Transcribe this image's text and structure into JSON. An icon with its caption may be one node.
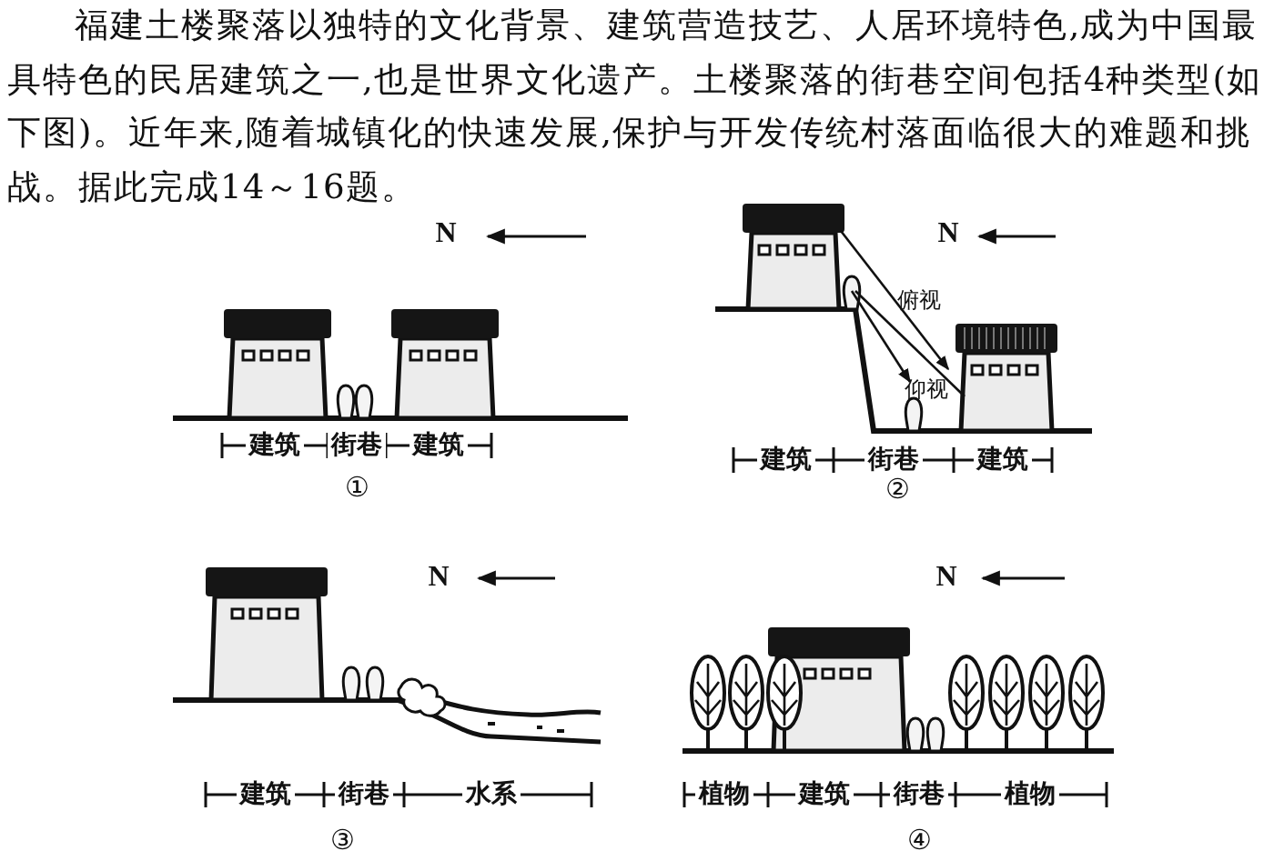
{
  "diagram": {
    "labels": [
      "福建土楼聚落以独特的文化背景、建筑营造技艺、人居环境特色,成为中国最具特色的民居建筑之一,也是世界文化遗产。土楼聚落的街巷空间包括4种类型(如下图)。近年来,随着城镇化的快速发展,保护与开发传统村落面临很大的难题和挑战。据此完成14～16题。",
      "N",
      "建筑",
      "街巷",
      "建筑",
      "①",
      "N",
      "俯视",
      "仰视",
      "建筑",
      "街巷",
      "建筑",
      "②",
      "N",
      "建筑",
      "街巷",
      "水系",
      "③",
      "N",
      "植物",
      "建筑",
      "街巷",
      "植物",
      "④"
    ]
  }
}
